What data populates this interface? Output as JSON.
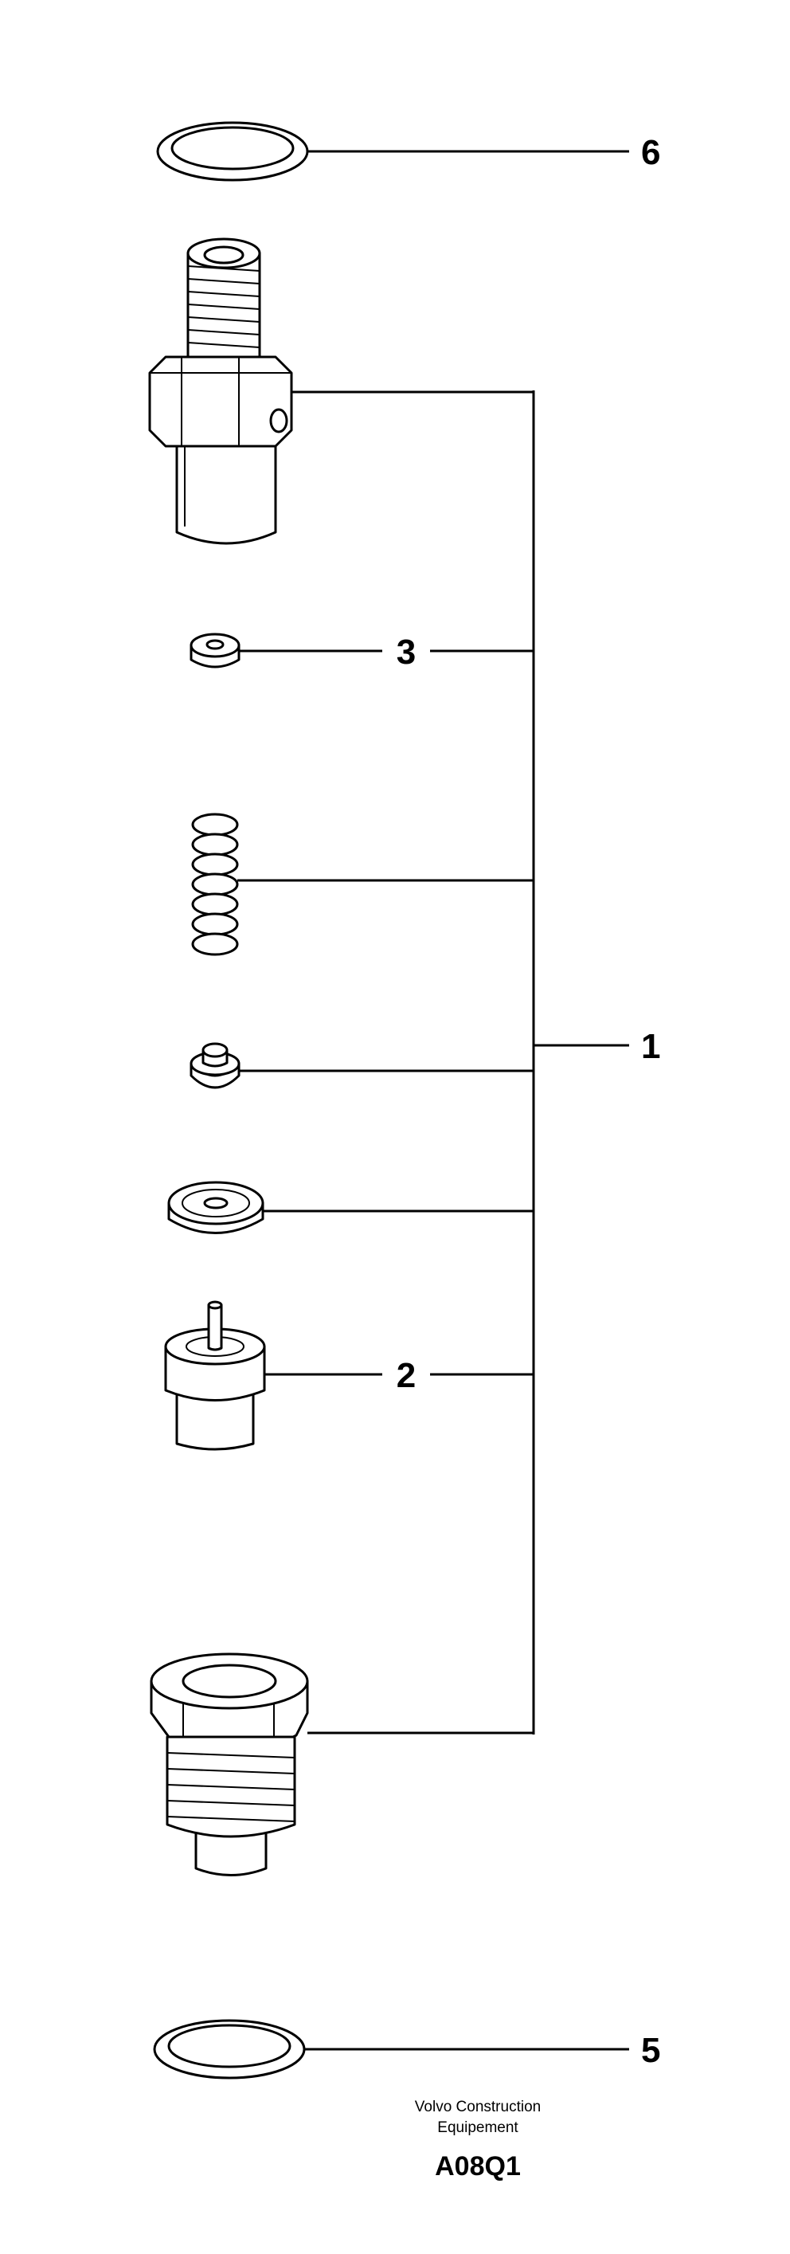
{
  "callouts": {
    "c6": "6",
    "c3": "3",
    "c1": "1",
    "c2": "2",
    "c5": "5"
  },
  "footer": {
    "credit_line1": "Volvo Construction",
    "credit_line2": "Equipement",
    "figure_code": "A08Q1"
  }
}
